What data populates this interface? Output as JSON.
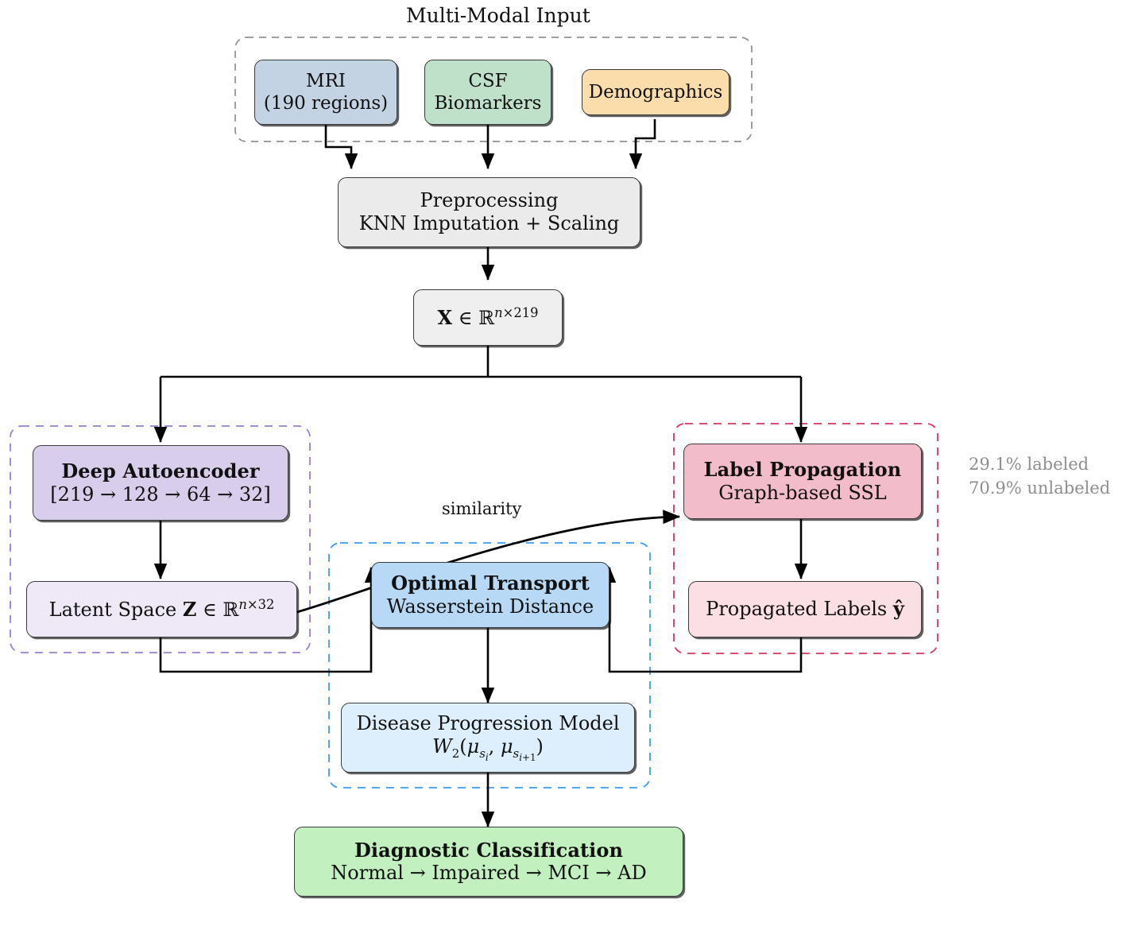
{
  "diagram": {
    "title_top": "Multi-Modal Input",
    "side_notes": {
      "labeled": "29.1% labeled",
      "unlabeled": "70.9% unlabeled"
    },
    "edge_labels": {
      "similarity": "similarity"
    },
    "colors": {
      "mri_fill": "#c3d3e3",
      "csf_fill": "#bfe0c9",
      "demographics_fill": "#fbddab",
      "preprocess_fill": "#ebebeb",
      "matrix_fill": "#efefef",
      "autoencoder_fill": "#d9cdec",
      "latent_fill": "#eee8f7",
      "labelprop_fill": "#f3bccb",
      "propagated_fill": "#fadfe5",
      "ot_fill": "#b8d9f5",
      "progression_fill": "#ddeefc",
      "diagnostic_fill": "#c2f0bf",
      "autoencoder_dash": "#9b7fd4",
      "labelprop_dash": "#d8345f",
      "ot_dash": "#3d9bf0",
      "input_dash": "#909090",
      "stroke": "#3b3b3b",
      "arrow": "#000000",
      "note_text": "#8e8e8e"
    },
    "nodes": {
      "mri": {
        "line1": "MRI",
        "line2": "(190 regions)"
      },
      "csf": {
        "line1": "CSF",
        "line2": "Biomarkers"
      },
      "demographics": {
        "line1": "Demographics",
        "line2": ""
      },
      "preprocessing": {
        "line1": "Preprocessing",
        "line2": "KNN Imputation + Scaling"
      },
      "matrix": {
        "line1": "X ∈ ℝ",
        "sup": "n×219",
        "full": "X ∈ ℝ^{n×219}"
      },
      "autoencoder": {
        "line1": "Deep Autoencoder",
        "line2": "[219 → 128 → 64 → 32]"
      },
      "latent": {
        "line1": "Latent Space Z ∈ ℝ",
        "sup": "n×32",
        "full": "Latent Space Z ∈ ℝ^{n×32}"
      },
      "label_propagation": {
        "line1": "Label Propagation",
        "line2": "Graph-based SSL"
      },
      "propagated_labels": {
        "line1": "Propagated Labels ŷ",
        "line2": ""
      },
      "optimal_transport": {
        "line1": "Optimal Transport",
        "line2": "Wasserstein Distance"
      },
      "progression": {
        "line1": "Disease Progression Model",
        "line2": "W₂(μ_{s_i}, μ_{s_{i+1}})"
      },
      "diagnostic": {
        "line1": "Diagnostic Classification",
        "line2": "Normal → Impaired → MCI → AD"
      }
    }
  }
}
